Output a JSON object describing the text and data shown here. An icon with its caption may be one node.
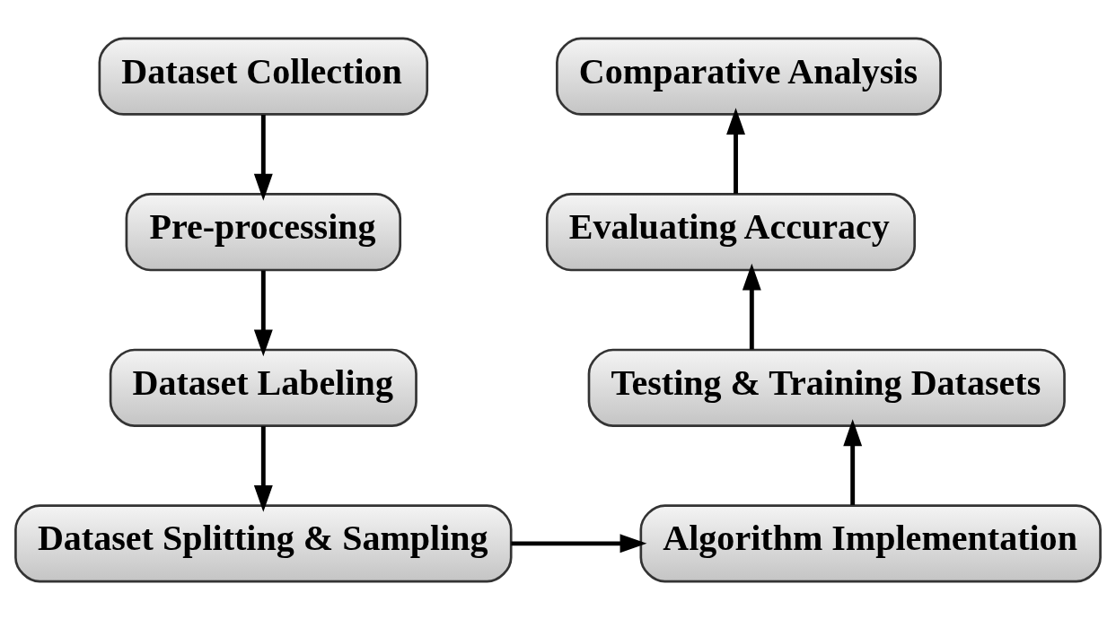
{
  "diagram": {
    "nodes": [
      {
        "text": [
          "Dataset Collection"
        ]
      },
      {
        "text": [
          "Pre-processing"
        ]
      },
      {
        "text": [
          "Dataset Labeling"
        ]
      },
      {
        "text": [
          "Dataset Splitting & Sampling"
        ]
      },
      {
        "text": [
          "Algorithm Implementation"
        ]
      },
      {
        "text": [
          "Testing & Training Datasets"
        ]
      },
      {
        "text": [
          "Evaluating Accuracy"
        ]
      },
      {
        "text": [
          "Comparative Analysis"
        ]
      }
    ],
    "edges": [
      {
        "from": 0,
        "to": 1,
        "arrow": "to"
      },
      {
        "from": 1,
        "to": 2,
        "arrow": "to"
      },
      {
        "from": 2,
        "to": 3,
        "arrow": "to"
      },
      {
        "from": 3,
        "to": 4,
        "arrow": "to"
      },
      {
        "from": 4,
        "to": 5,
        "arrow": "to"
      },
      {
        "from": 5,
        "to": 6,
        "arrow": "to"
      },
      {
        "from": 6,
        "to": 7,
        "arrow": "to"
      }
    ]
  }
}
